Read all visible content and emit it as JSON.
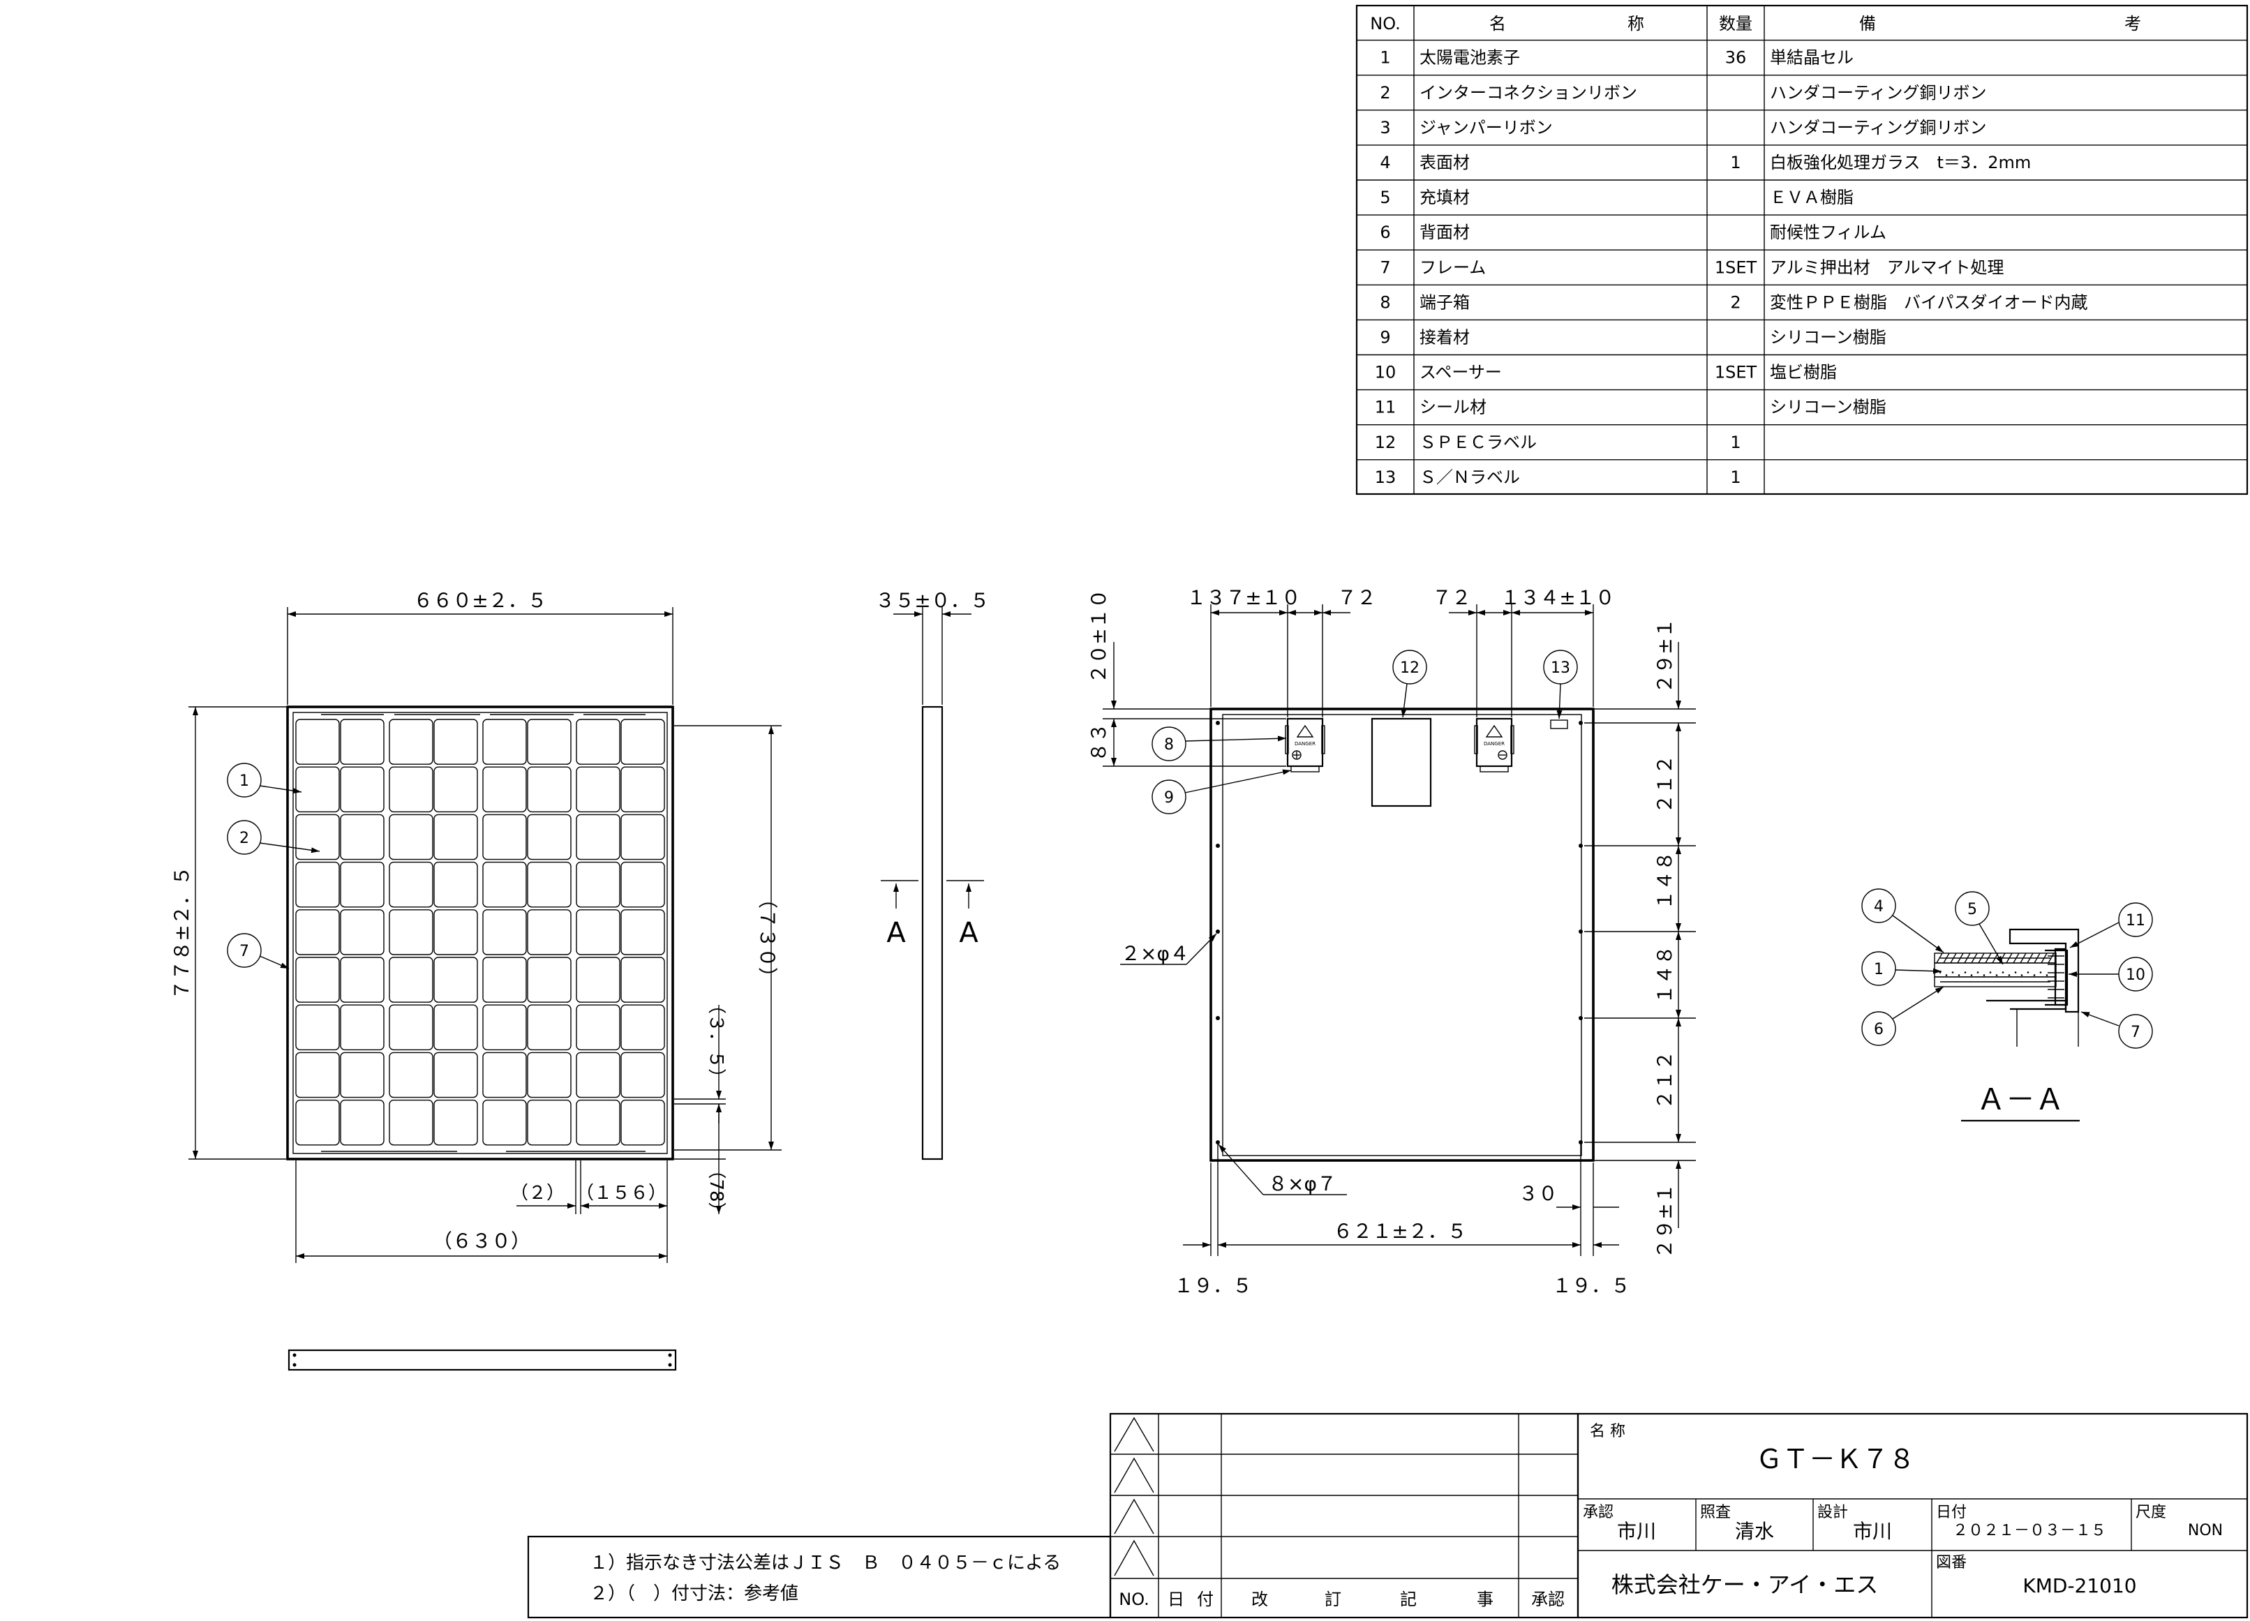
{
  "parts_table": {
    "headers": {
      "no": "NO.",
      "name_a": "名",
      "name_b": "称",
      "qty": "数量",
      "note_a": "備",
      "note_b": "考"
    },
    "rows": [
      {
        "no": "1",
        "name": "太陽電池素子",
        "qty": "36",
        "note": "単結晶セル"
      },
      {
        "no": "2",
        "name": "インターコネクションリボン",
        "qty": "",
        "note": "ハンダコーティング銅リボン"
      },
      {
        "no": "3",
        "name": "ジャンパーリボン",
        "qty": "",
        "note": "ハンダコーティング銅リボン"
      },
      {
        "no": "4",
        "name": "表面材",
        "qty": "1",
        "note": "白板強化処理ガラス　t＝3．2mm"
      },
      {
        "no": "5",
        "name": "充填材",
        "qty": "",
        "note": "ＥＶＡ樹脂"
      },
      {
        "no": "6",
        "name": "背面材",
        "qty": "",
        "note": "耐候性フィルム"
      },
      {
        "no": "7",
        "name": "フレーム",
        "qty": "1SET",
        "note": "アルミ押出材　アルマイト処理"
      },
      {
        "no": "8",
        "name": "端子箱",
        "qty": "2",
        "note": "変性ＰＰＥ樹脂　バイパスダイオード内蔵"
      },
      {
        "no": "9",
        "name": "接着材",
        "qty": "",
        "note": "シリコーン樹脂"
      },
      {
        "no": "10",
        "name": "スペーサー",
        "qty": "1SET",
        "note": "塩ビ樹脂"
      },
      {
        "no": "11",
        "name": "シール材",
        "qty": "",
        "note": "シリコーン樹脂"
      },
      {
        "no": "12",
        "name": "ＳＰＥＣラベル",
        "qty": "1",
        "note": ""
      },
      {
        "no": "13",
        "name": "Ｓ／Ｎラベル",
        "qty": "1",
        "note": ""
      }
    ]
  },
  "front_view": {
    "dims": {
      "width": "６６０±２．５",
      "height": "７７８±２．５",
      "inner": "（７３０）",
      "bottom_width": "（６３０）",
      "gap": "（２）",
      "cell": "（１５６）",
      "p35": "（３．５）",
      "p78": "（78）"
    },
    "balloons": [
      "1",
      "2",
      "7"
    ]
  },
  "side_view": {
    "dim": "３５±０．５",
    "section_left": "A",
    "section_right": "A"
  },
  "rear_view": {
    "top_dims": [
      "１３７±１０",
      "７２",
      "７２",
      "１３４±１０"
    ],
    "left_dims": [
      "２０±１０",
      "８３"
    ],
    "right_dims": [
      "２９±１",
      "２１２",
      "１４８",
      "１４８",
      "２１２",
      "２９±１"
    ],
    "holes_small": "２×φ４",
    "holes_large": "８×φ７",
    "bottom_dims": {
      "d30": "３０",
      "width": "６２１±２．５",
      "left": "１９．５",
      "right": "１９．５"
    },
    "balloons": {
      "b8": "8",
      "b9": "9",
      "b12": "12",
      "b13": "13"
    },
    "danger": "DANGER"
  },
  "section": {
    "label": "Ａ－Ａ",
    "balloons": {
      "b4": "4",
      "b5": "5",
      "b1": "1",
      "b6": "6",
      "b11": "11",
      "b10": "10",
      "b7": "7"
    }
  },
  "notes": [
    "１）指示なき寸法公差はＪＩＳ　Ｂ　０４０５－ｃによる",
    "２）（　）付寸法：参考値"
  ],
  "revision": {
    "no": "NO.",
    "date_a": "日",
    "date_b": "付",
    "c1": "改",
    "c2": "訂",
    "c3": "記",
    "c4": "事",
    "approve": "承認"
  },
  "title_block": {
    "name_label": "名 称",
    "name": "ＧＴ－Ｋ７８",
    "approval_label": "承認",
    "approval": "市川",
    "check_label": "照査",
    "check": "清水",
    "design_label": "設計",
    "design": "市川",
    "date_label": "日付",
    "date": "２０２１－０３－１５",
    "scale_label": "尺度",
    "scale": "NON",
    "company": "株式会社ケー・アイ・エス",
    "drawing_no_label": "図番",
    "drawing_no": "KMD-21010"
  }
}
